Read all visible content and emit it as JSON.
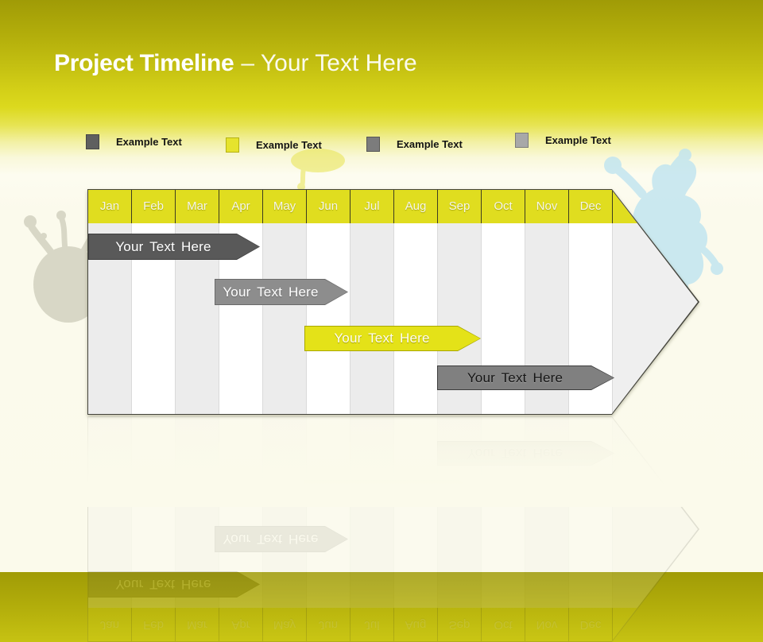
{
  "slide": {
    "title": {
      "main": "Project Timeline",
      "sub": "– Your Text Here"
    }
  },
  "legend": {
    "items": [
      {
        "label": "Example Text",
        "color": "#5f5f5f",
        "border": "#454545"
      },
      {
        "label": "Example Text",
        "color": "#e6e32d",
        "border": "#b5b214"
      },
      {
        "label": "Example Text",
        "color": "#7c7c7c",
        "border": "#565656"
      },
      {
        "label": "Example Text",
        "color": "#a8a8a8",
        "border": "#7c7c7c"
      }
    ]
  },
  "timeline": {
    "header_color": "#e0dd1f",
    "months": [
      "Jan",
      "Feb",
      "Mar",
      "Apr",
      "May",
      "Jun",
      "Jul",
      "Aug",
      "Sep",
      "Oct",
      "Nov",
      "Dec"
    ],
    "bars": [
      {
        "label": "Your Text Here",
        "fill": "#595959",
        "border": "#3f3f3f",
        "text_color": "#ffffff"
      },
      {
        "label": "Your Text Here",
        "fill": "#8d8d8d",
        "border": "#6a6a6a",
        "text_color": "#ffffff"
      },
      {
        "label": "Your Text Here",
        "fill": "#e4e218",
        "border": "#a9a700",
        "text_color": "#fffef2"
      },
      {
        "label": "Your Text Here",
        "fill": "#808080",
        "border": "#3c3c3c",
        "text_color": "#141414"
      }
    ]
  },
  "decor": {
    "splash_left_color": "#5f5f45",
    "splash_right_color": "#bfe4f0",
    "splash_top_color": "#e8e44e"
  }
}
